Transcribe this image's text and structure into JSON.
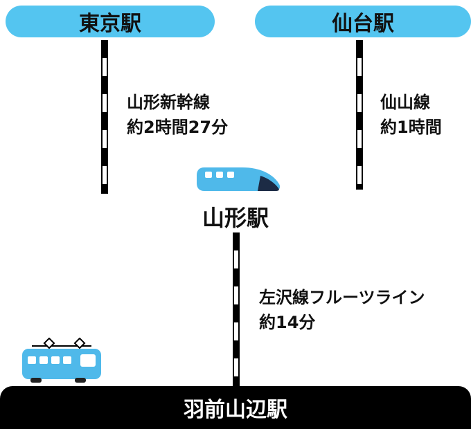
{
  "stations": {
    "tokyo": {
      "label": "東京駅"
    },
    "sendai": {
      "label": "仙台駅"
    },
    "yamagata": {
      "label": "山形駅"
    },
    "uzen_yamabe": {
      "label": "羽前山辺駅"
    }
  },
  "routes": {
    "tokyo_to_yamagata": {
      "line": "山形新幹線",
      "duration": "約2時間27分"
    },
    "sendai_to_yamagata": {
      "line": "仙山線",
      "duration": "約1時間"
    },
    "yamagata_to_uzen_yamabe": {
      "line": "左沢線フルーツライン",
      "duration": "約14分"
    }
  },
  "icons": {
    "shinkansen": "shinkansen-train-icon",
    "local_train": "local-train-icon"
  },
  "colors": {
    "station_pill_blue": "#54c5f0",
    "train_blue": "#4fb9ea",
    "train_nose_navy": "#1c2b45",
    "bar_black": "#000000",
    "text_black": "#111111",
    "text_white": "#ffffff"
  }
}
